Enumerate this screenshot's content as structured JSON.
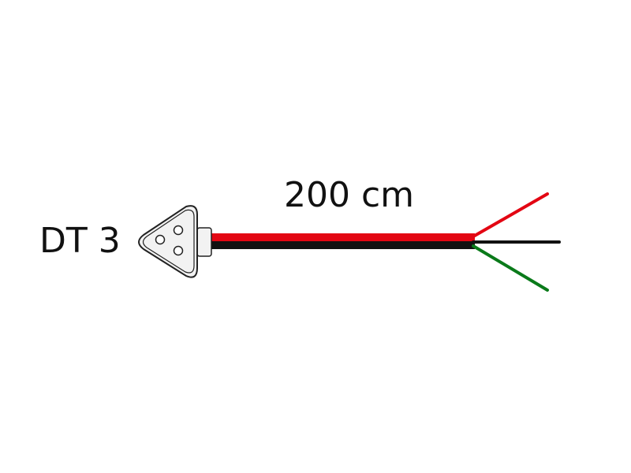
{
  "diagram": {
    "connector_label": "DT 3",
    "length_label": "200 cm",
    "connector": {
      "type": "DT 3-pin",
      "pins": 3,
      "fill": "#f2f2f2",
      "stroke": "#222222"
    },
    "cable": {
      "colors": {
        "red": "#e30613",
        "black": "#111111",
        "green": "#0a7a1a"
      }
    },
    "wires": [
      {
        "name": "red",
        "color": "#e30613"
      },
      {
        "name": "black",
        "color": "#111111"
      },
      {
        "name": "green",
        "color": "#0a7a1a"
      }
    ]
  }
}
